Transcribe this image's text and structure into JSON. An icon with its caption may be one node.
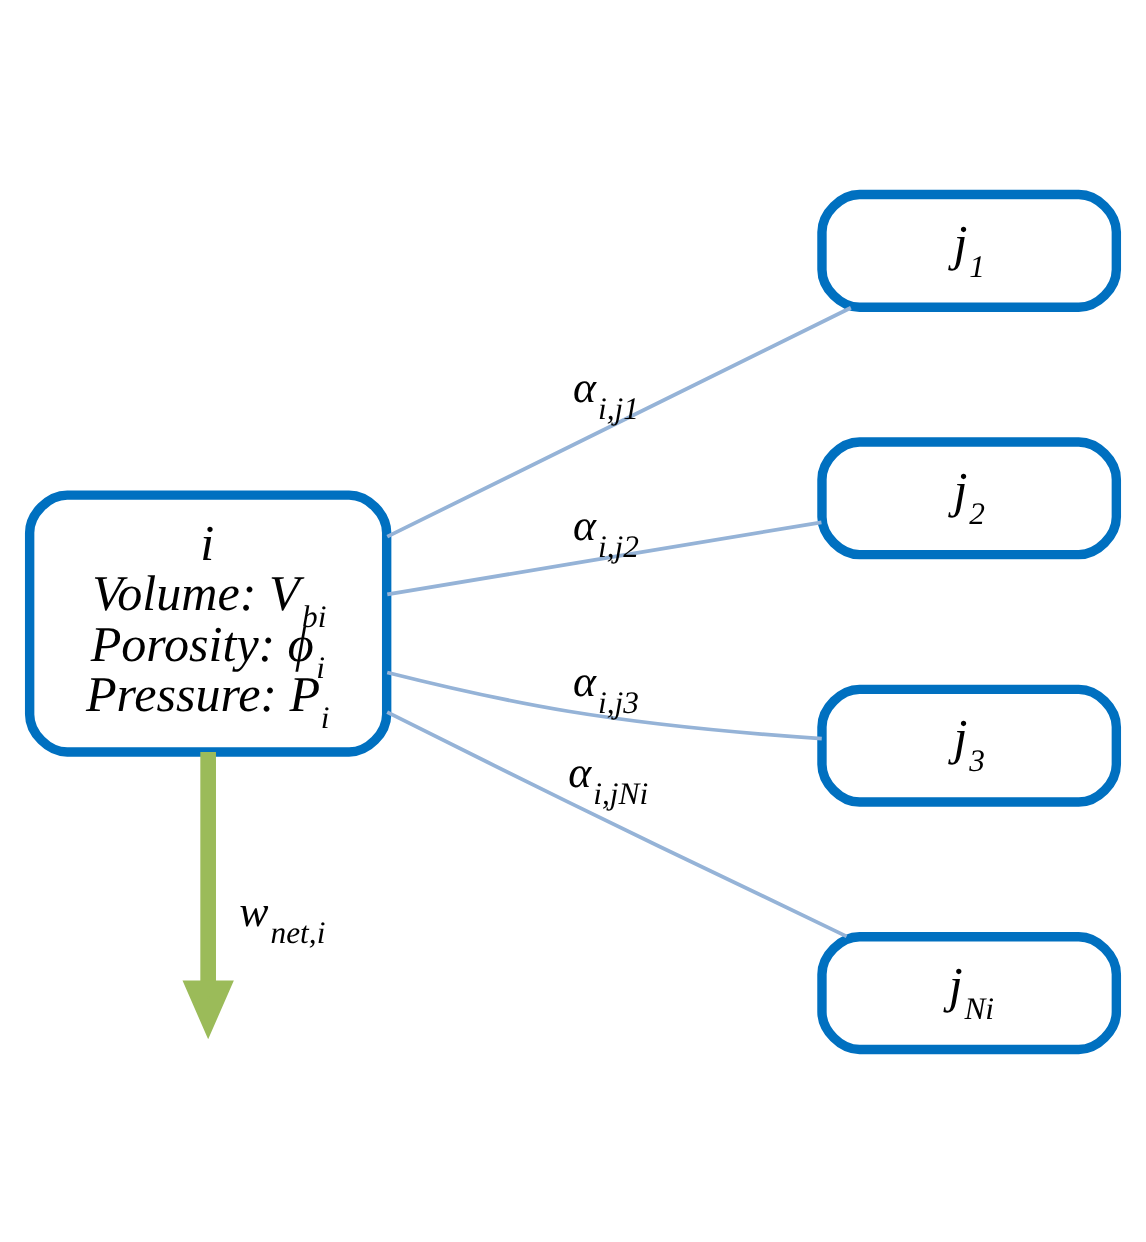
{
  "diagram": {
    "nodes": [
      {
        "text": [
          "i",
          "Volume: V$_{bi}$",
          "Porosity: ϕ$_{i}$",
          "Pressure: P$_{i}$"
        ]
      },
      {
        "text": [
          "j$_{1}$"
        ]
      },
      {
        "text": [
          "j$_{2}$"
        ]
      },
      {
        "text": [
          "j$_{3}$"
        ]
      },
      {
        "text": [
          "j$_{Ni}$"
        ]
      }
    ],
    "edges": [
      {
        "from": 0,
        "to": null,
        "arrow": "to",
        "label": "w$_{net,i}$",
        "style": "thick",
        "color": "#9bbb59"
      },
      {
        "from": 0,
        "to": 1,
        "arrow": "none",
        "label": "α$_{i,j1}$"
      },
      {
        "from": 0,
        "to": 2,
        "arrow": "none",
        "label": "α$_{i,j2}$"
      },
      {
        "from": 0,
        "to": 3,
        "arrow": "none",
        "label": "α$_{i,j3}$"
      },
      {
        "from": 0,
        "to": 4,
        "arrow": "none",
        "label": "α$_{i,jNi}$"
      }
    ]
  }
}
